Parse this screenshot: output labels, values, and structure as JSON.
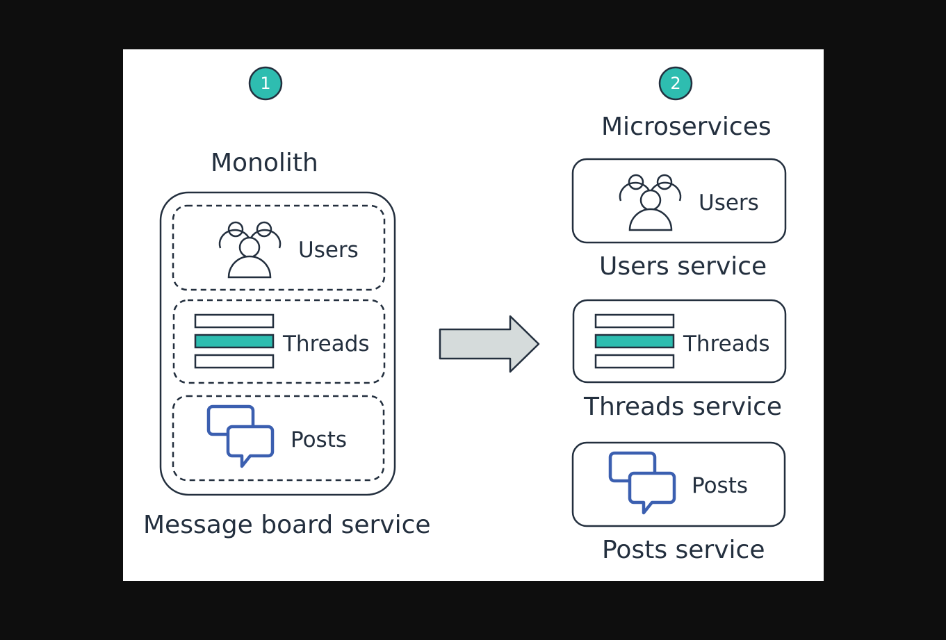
{
  "steps": [
    {
      "number": "1",
      "heading": "Monolith"
    },
    {
      "number": "2",
      "heading": "Microservices"
    }
  ],
  "monolith": {
    "caption": "Message board service",
    "modules": [
      {
        "label": "Users",
        "icon": "users-icon"
      },
      {
        "label": "Threads",
        "icon": "threads-icon"
      },
      {
        "label": "Posts",
        "icon": "posts-icon"
      }
    ]
  },
  "microservices": [
    {
      "label": "Users",
      "icon": "users-icon",
      "caption": "Users service"
    },
    {
      "label": "Threads",
      "icon": "threads-icon",
      "caption": "Threads service"
    },
    {
      "label": "Posts",
      "icon": "posts-icon",
      "caption": "Posts service"
    }
  ],
  "colors": {
    "accent_teal": "#2ebdb0",
    "ink": "#232f3e",
    "posts_blue": "#3b5fb0",
    "arrow_fill": "#d5dbdb"
  }
}
